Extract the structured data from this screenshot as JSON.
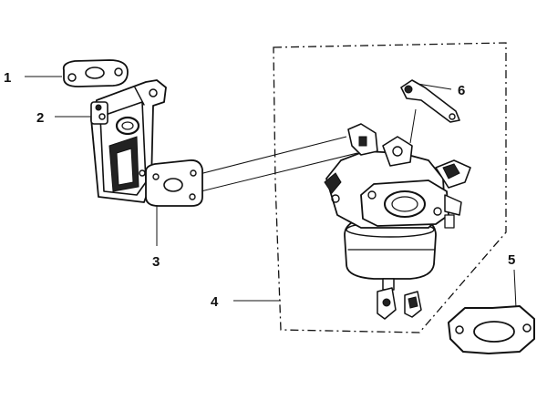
{
  "diagram": {
    "callouts": [
      {
        "id": "1",
        "label": "1"
      },
      {
        "id": "2",
        "label": "2"
      },
      {
        "id": "3",
        "label": "3"
      },
      {
        "id": "4",
        "label": "4"
      },
      {
        "id": "5",
        "label": "5"
      },
      {
        "id": "6",
        "label": "6"
      }
    ]
  },
  "colors": {
    "ink": "#111111",
    "paper": "#ffffff"
  }
}
